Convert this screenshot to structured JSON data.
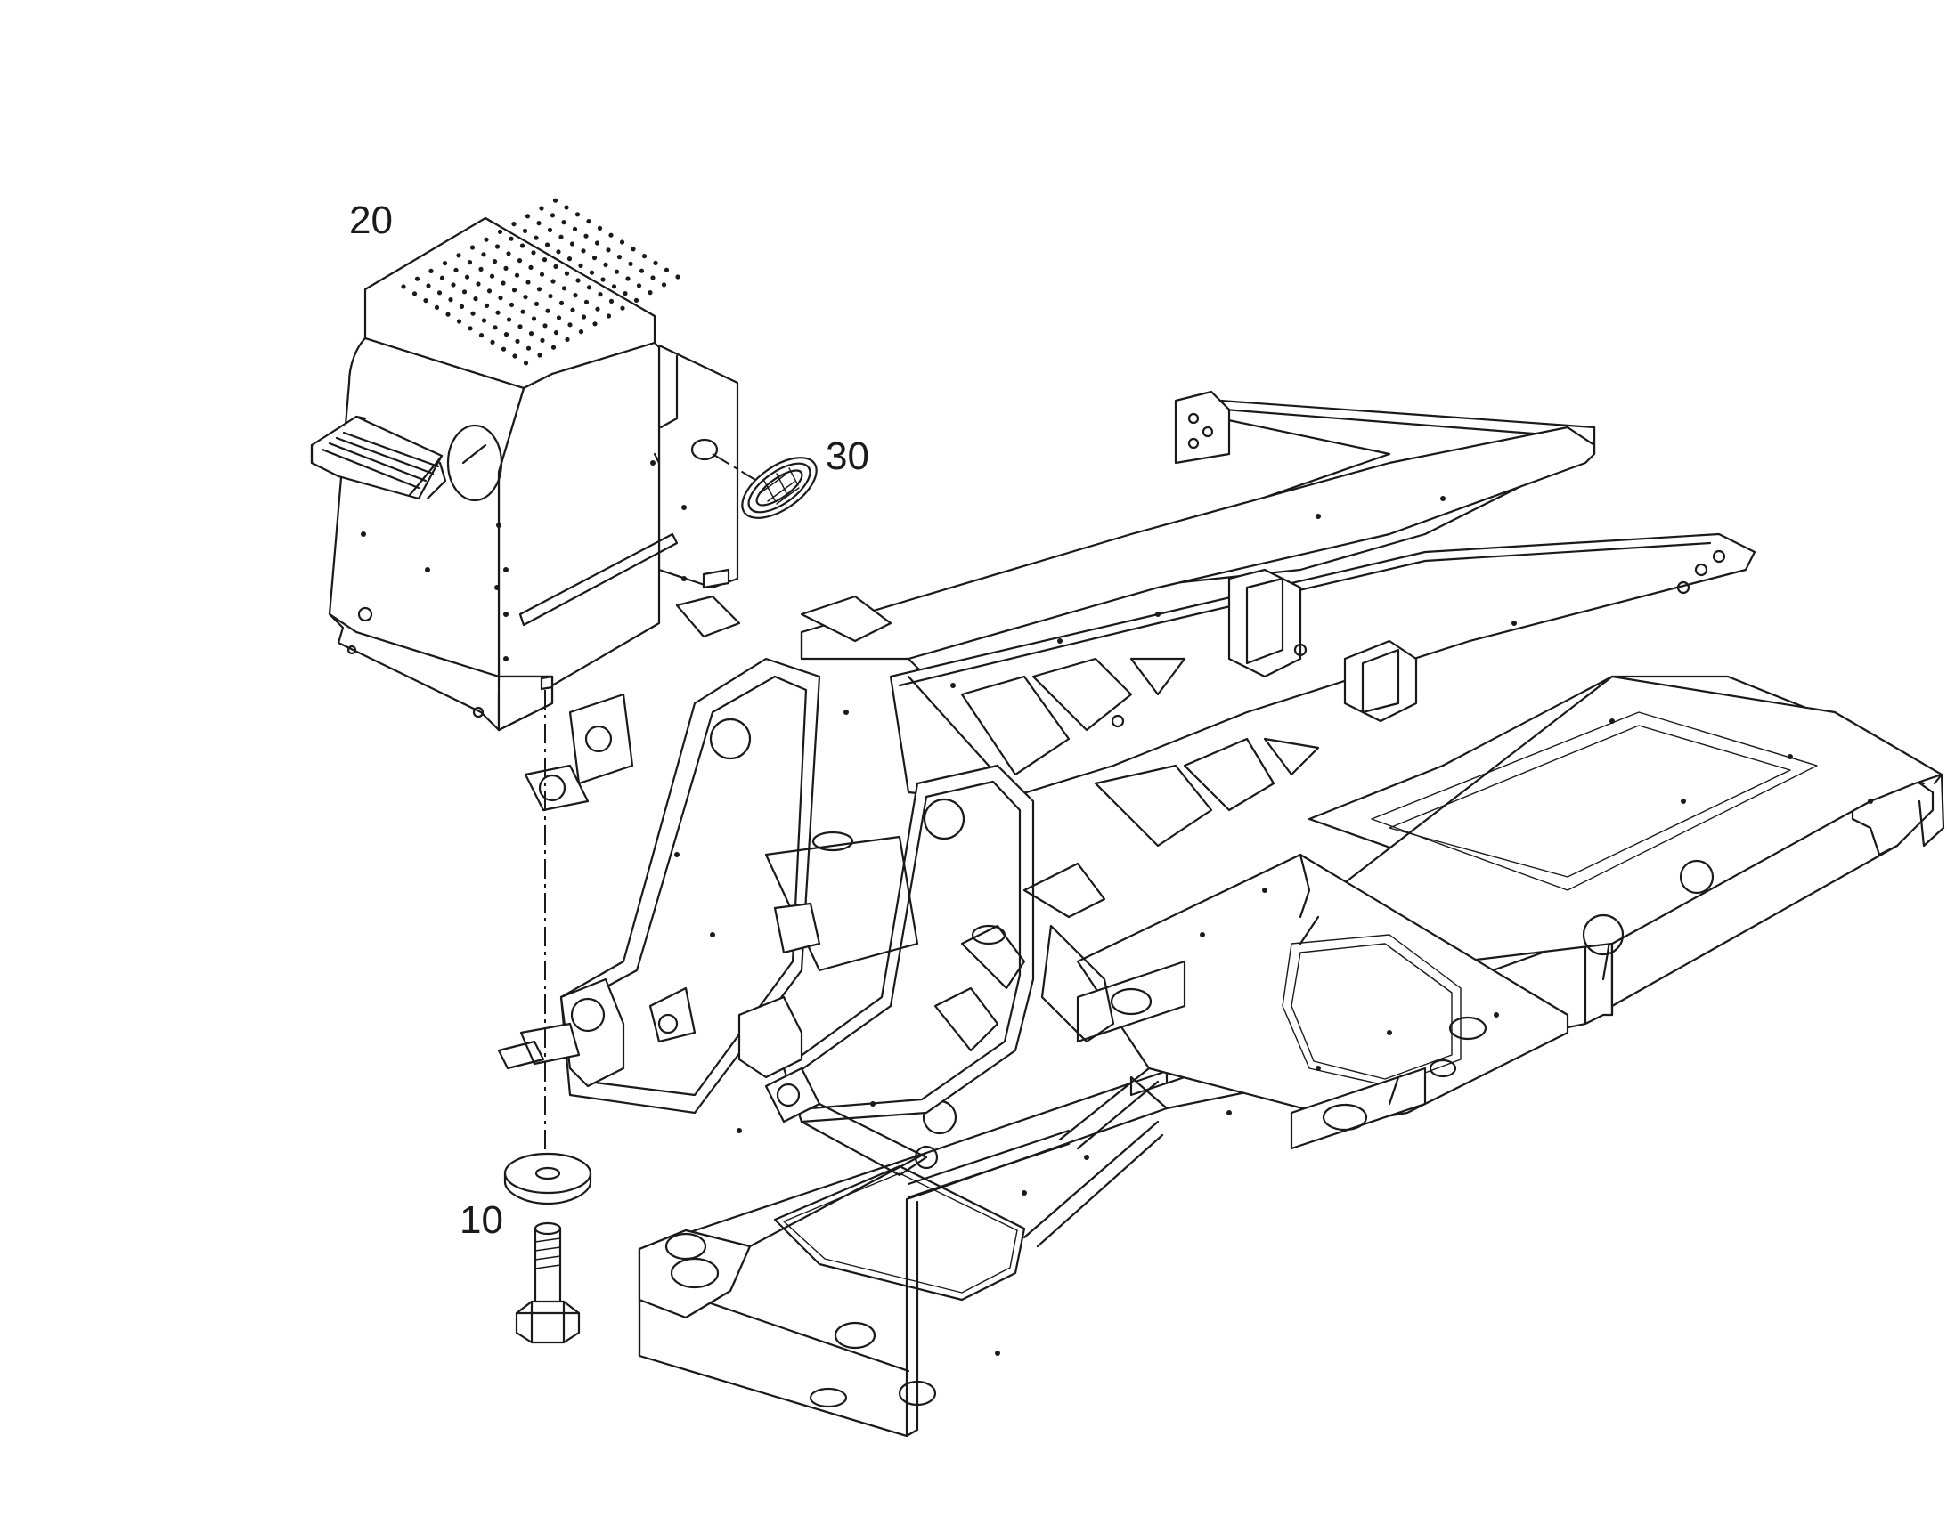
{
  "callouts": {
    "item_20": "20",
    "item_30": "30",
    "item_10": "10"
  },
  "colors": {
    "ink": "#1a1a1a",
    "background": "#ffffff"
  }
}
